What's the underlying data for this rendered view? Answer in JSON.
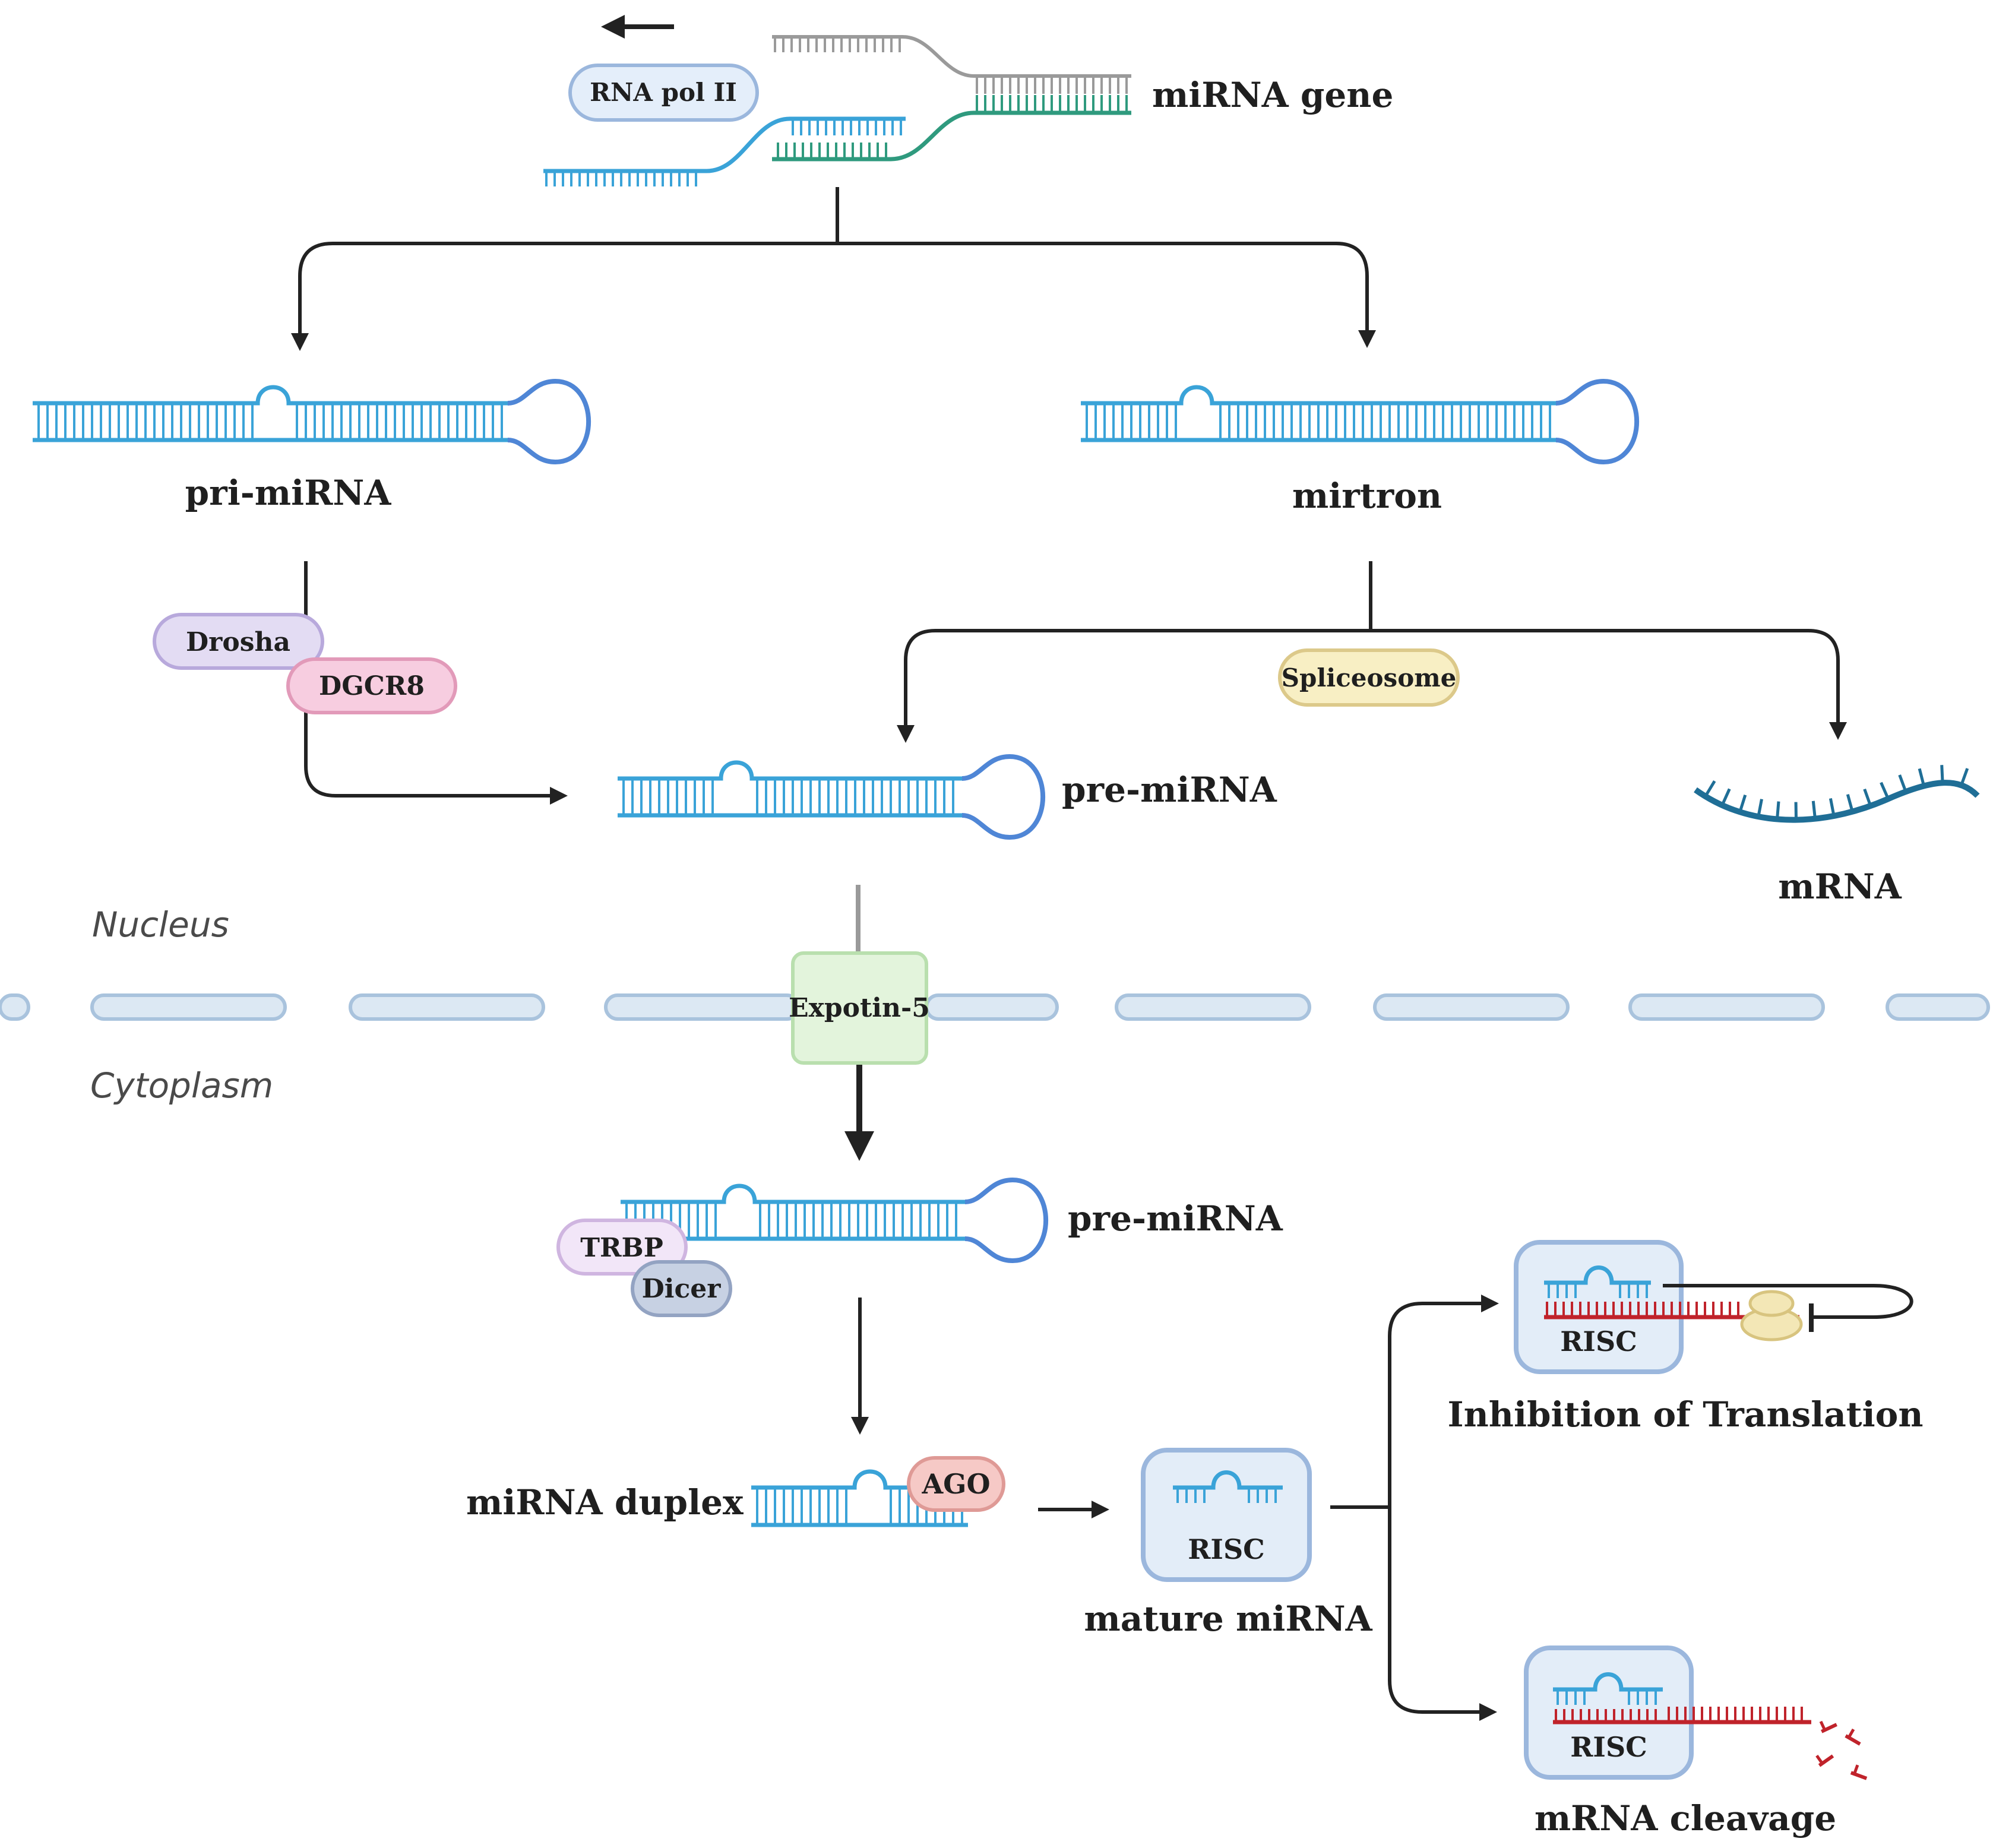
{
  "labels": {
    "mirna_gene": "miRNA gene",
    "pri_mirna": "pri-miRNA",
    "mirtron": "mirtron",
    "pre_mirna_nucleus": "pre-miRNA",
    "mrna": "mRNA",
    "nucleus": "Nucleus",
    "cytoplasm": "Cytoplasm",
    "pre_mirna_cytoplasm": "pre-miRNA",
    "mirna_duplex": "miRNA duplex",
    "mature_mirna": "mature miRNA",
    "inhibition": "Inhibition of Translation",
    "cleavage": "mRNA cleavage"
  },
  "proteins": {
    "rna_pol": "RNA pol II",
    "drosha": "Drosha",
    "dgcr8": "DGCR8",
    "spliceosome": "Spliceosome",
    "expotin": "Expotin-5",
    "trbp": "TRBP",
    "dicer": "Dicer",
    "ago": "AGO",
    "risc_mature": "RISC",
    "risc_inhibition": "RISC",
    "risc_cleavage": "RISC"
  },
  "colors": {
    "rna_blue": "#3aa3d8",
    "loop_blue": "#4f86d6",
    "dna_gray": "#9a9a9a",
    "dna_green": "#2f9a7e",
    "mrna_dark": "#1f6e96",
    "target_red": "#c0232b",
    "membrane_fill": "#dce8f3",
    "membrane_stroke": "#a9c3dd",
    "risc_fill": "#e3edf8",
    "risc_stroke": "#9bb7dd"
  }
}
